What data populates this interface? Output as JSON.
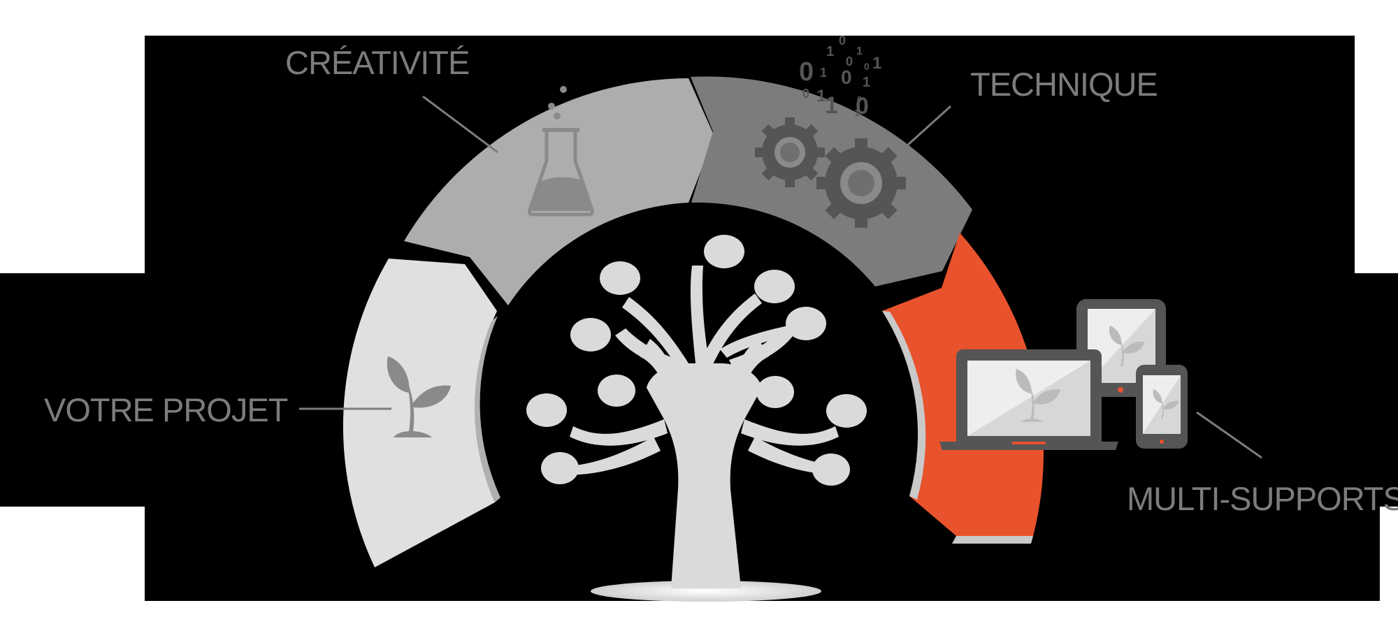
{
  "labels": {
    "creativite": "CRÉATIVITÉ",
    "technique": "TECHNIQUE",
    "votre_projet": "VOTRE PROJET",
    "multi_supports": "MULTI-SUPPORTS"
  },
  "binary_digits": [
    "0",
    "1",
    "0",
    "1",
    "0",
    "1",
    "0",
    "0",
    "1",
    "0",
    "1",
    "1",
    "1",
    "0",
    "1"
  ],
  "colors": {
    "background": "#000000",
    "white_block": "#ffffff",
    "label_text": "#7c7c7c",
    "segment_votre_projet": "#e0e0e0",
    "segment_creativite": "#adadad",
    "segment_technique": "#7c7c7c",
    "segment_multi_supports": "#e8522c",
    "tree": "#dadada",
    "icon_gray": "#8a8a8a",
    "device_frame": "#555555"
  },
  "icons": [
    "sprout-icon",
    "flask-icon",
    "gears-icon",
    "binary-digits-icon",
    "devices-icon",
    "tree-icon"
  ]
}
